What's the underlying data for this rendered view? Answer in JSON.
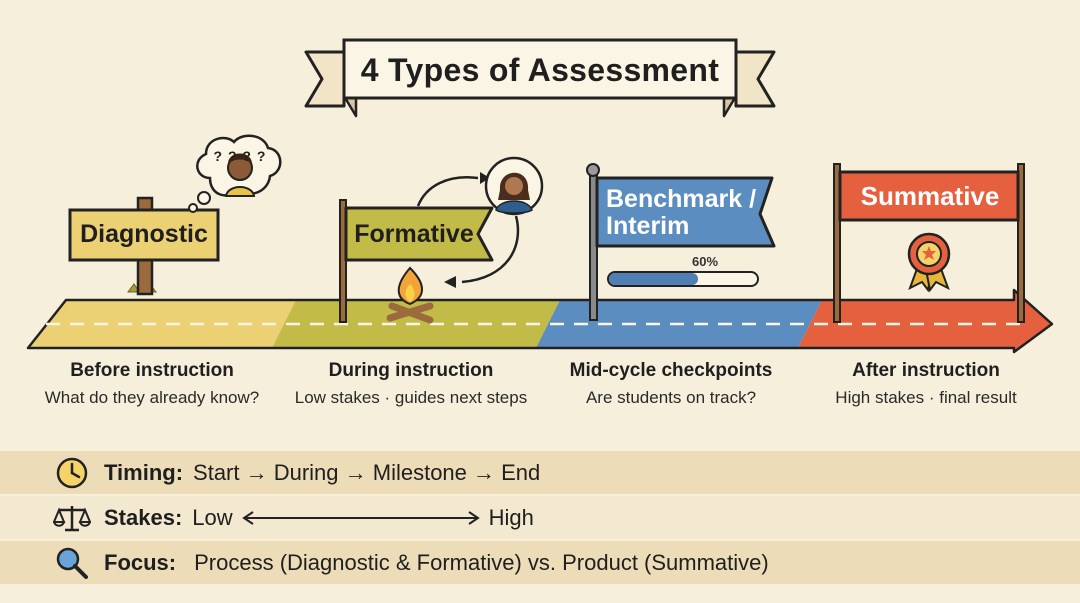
{
  "title": "4 Types of Assessment",
  "stages": [
    {
      "name": "Diagnostic",
      "when": "Before instruction",
      "desc": "What do they already know?"
    },
    {
      "name": "Formative",
      "when": "During instruction",
      "desc": "Low stakes · guides next steps"
    },
    {
      "name": "Benchmark / Interim",
      "when": "Mid-cycle checkpoints",
      "desc": "Are students on track?"
    },
    {
      "name": "Summative",
      "when": "After instruction",
      "desc": "High stakes · final result"
    }
  ],
  "thought_bubble": "? ? ? ?",
  "progress": {
    "label": "60%",
    "value": 0.6
  },
  "rows": {
    "timing": {
      "key": "Timing:",
      "value": "Start → During → Milestone → End"
    },
    "stakes": {
      "key": "Stakes:",
      "low": "Low",
      "high": "High"
    },
    "focus": {
      "key": "Focus:",
      "value": "Process (Diagnostic & Formative) vs. Product (Summative)"
    }
  },
  "colors": {
    "background": "#f6efdc",
    "diagnostic": "#ecd074",
    "formative": "#c2bb47",
    "benchmark": "#5b8dc0",
    "summative": "#e5603f"
  },
  "icons": [
    "clock-icon",
    "scales-icon",
    "magnifier-icon",
    "campfire-icon",
    "rosette-icon",
    "person-icon"
  ]
}
